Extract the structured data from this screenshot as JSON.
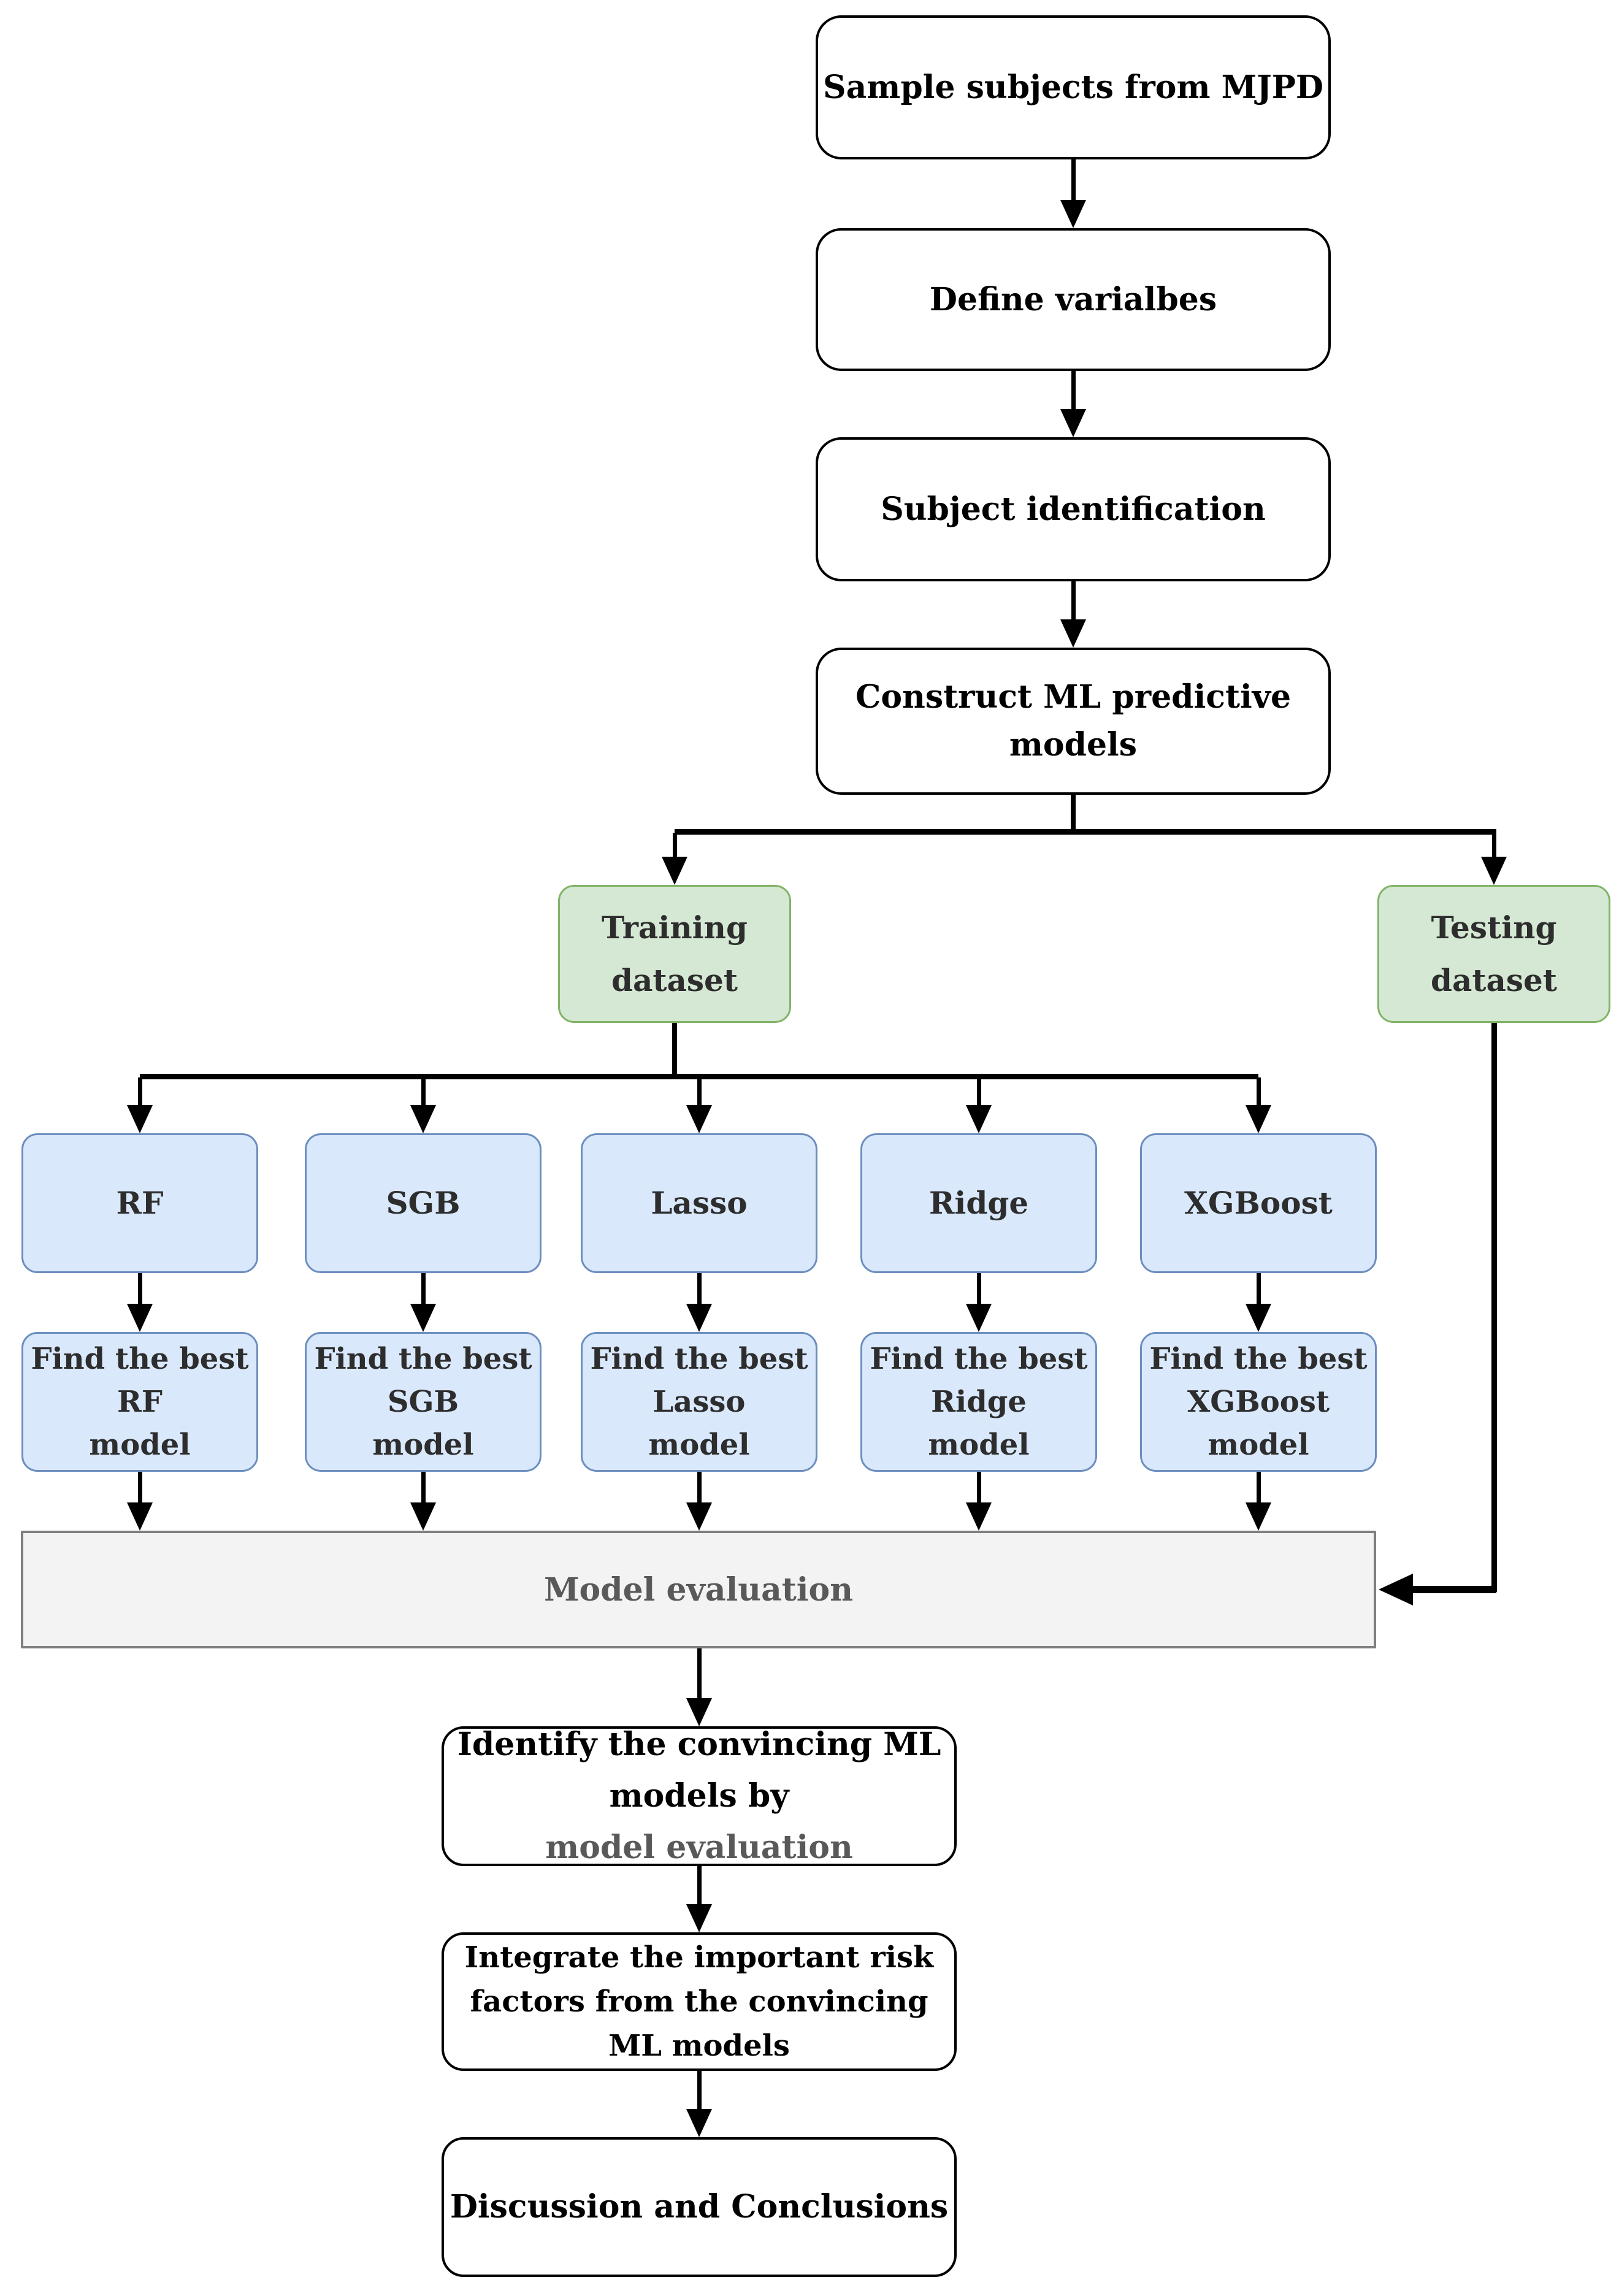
{
  "flowchart": {
    "nodes": {
      "sample": {
        "label": "Sample subjects from MJPD"
      },
      "define": {
        "label": "Define varialbes"
      },
      "subject": {
        "label": "Subject identification"
      },
      "construct": {
        "lines": [
          "Construct ML predictive",
          "models"
        ]
      },
      "training": {
        "lines": [
          "Training",
          "dataset"
        ]
      },
      "testing": {
        "lines": [
          "Testing",
          "dataset"
        ]
      },
      "models": [
        {
          "label": "RF"
        },
        {
          "label": "SGB"
        },
        {
          "label": "Lasso"
        },
        {
          "label": "Ridge"
        },
        {
          "label": "XGBoost"
        }
      ],
      "find_best": [
        {
          "lines": [
            "Find the best",
            "RF",
            "model"
          ]
        },
        {
          "lines": [
            "Find the best",
            "SGB",
            "model"
          ]
        },
        {
          "lines": [
            "Find the best",
            "Lasso",
            "model"
          ]
        },
        {
          "lines": [
            "Find the best",
            "Ridge",
            "model"
          ]
        },
        {
          "lines": [
            "Find the best",
            "XGBoost",
            "model"
          ]
        }
      ],
      "evaluation": {
        "label": "Model evaluation"
      },
      "identify": {
        "line1": "Identify the convincing ML",
        "line2_black": "models by ",
        "line2_gray": "model evaluation"
      },
      "integrate": {
        "lines": [
          "Integrate the important risk",
          "factors from the  convincing",
          "ML models"
        ]
      },
      "discussion": {
        "label": "Discussion and Conclusions"
      }
    },
    "colors": {
      "dataset_fill": "#d5e8d4",
      "dataset_border": "#82b366",
      "model_fill": "#dae8fc",
      "model_border": "#6c8ebf",
      "evaluation_fill": "#f3f3f3",
      "evaluation_border": "#7f7f7f",
      "evaluation_text": "#595959",
      "node_border": "#000000",
      "arrow": "#000000"
    }
  }
}
